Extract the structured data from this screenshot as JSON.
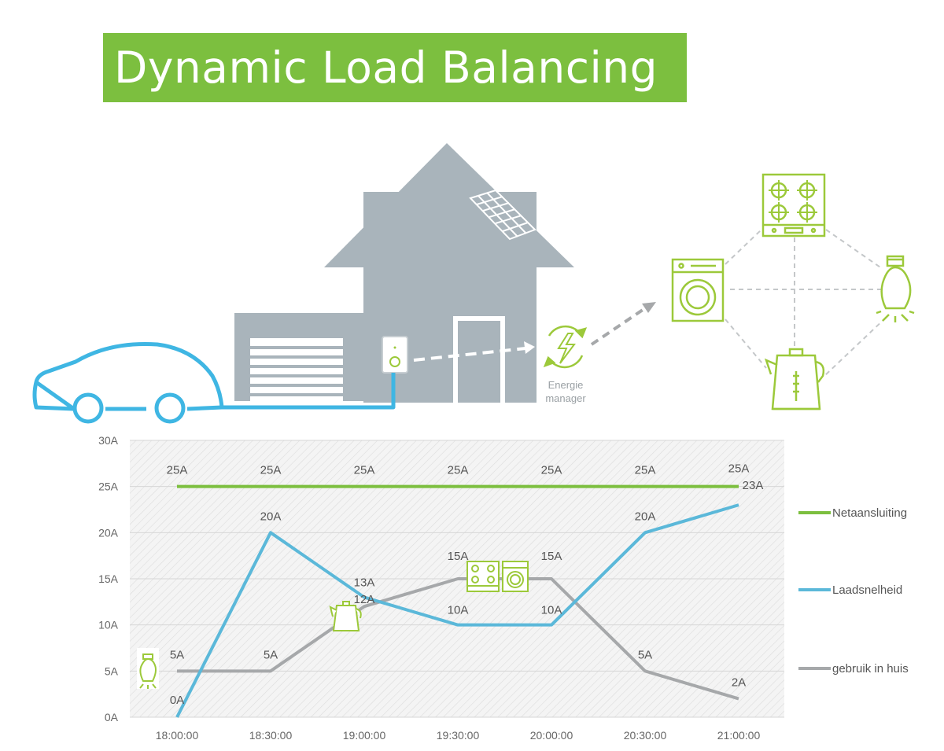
{
  "title": "Dynamic Load Balancing",
  "illustration": {
    "energy_manager_line1": "Energie",
    "energy_manager_line2": "manager",
    "icons": [
      "car-icon",
      "house-icon",
      "garage-icon",
      "solar-panel-icon",
      "charger-icon",
      "energy-manager-icon",
      "stove-icon",
      "washing-machine-icon",
      "light-bulb-icon",
      "kettle-icon"
    ]
  },
  "colors": {
    "title_bg": "#7cbf3f",
    "green": "#7cbf3f",
    "blue": "#5bb8d9",
    "gray": "#a6a8aa",
    "house": "#a9b4bb",
    "icon_green": "#9cc93a",
    "car_blue": "#3fb6e3"
  },
  "chart_data": {
    "type": "line",
    "categories": [
      "18:00:00",
      "18:30:00",
      "19:00:00",
      "19:30:00",
      "20:00:00",
      "20:30:00",
      "21:00:00"
    ],
    "ylim": [
      0,
      30
    ],
    "yticks": [
      "0A",
      "5A",
      "10A",
      "15A",
      "20A",
      "25A",
      "30A"
    ],
    "legend_position": "right",
    "series": [
      {
        "name": "Netaansluiting",
        "color": "#7cbf3f",
        "values": [
          25,
          25,
          25,
          25,
          25,
          25,
          25
        ],
        "labels": [
          "25A",
          "25A",
          "25A",
          "25A",
          "25A",
          "25A",
          "25A"
        ]
      },
      {
        "name": "Laadsnelheid",
        "color": "#5bb8d9",
        "values": [
          0,
          20,
          13,
          10,
          10,
          20,
          23
        ],
        "labels": [
          "0A",
          "20A",
          "13A",
          "10A",
          "10A",
          "20A",
          "23A"
        ]
      },
      {
        "name": "gebruik in huis",
        "color": "#a6a8aa",
        "values": [
          5,
          5,
          12,
          15,
          15,
          5,
          2
        ],
        "labels": [
          "5A",
          "5A",
          "12A",
          "15A",
          "15A",
          "5A",
          "2A"
        ]
      }
    ],
    "annotations": [
      "light-bulb-icon",
      "kettle-icon",
      "stove-icon",
      "washing-machine-icon"
    ]
  }
}
